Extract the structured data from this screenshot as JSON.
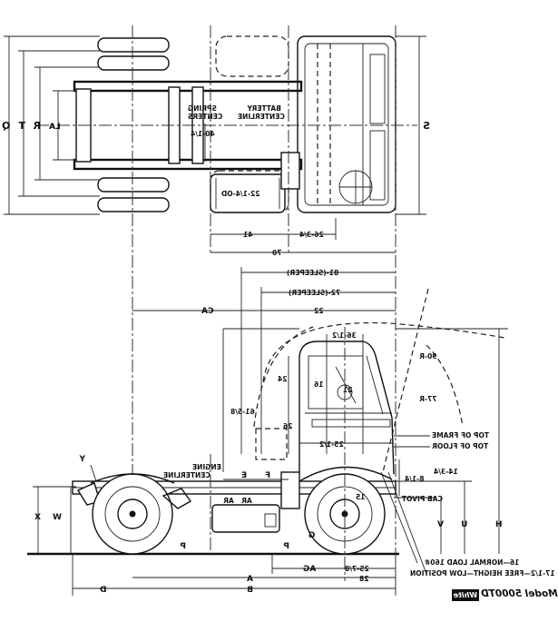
{
  "drawing": {
    "top_view_labels": {
      "spring_centers": [
        "SPRING",
        "CENTERS"
      ],
      "battery_centerline": [
        "BATTERY",
        "CENTERLINE"
      ],
      "dim_40": "40-1/4",
      "tank": "22-1/4-OD",
      "dim_41": "41",
      "dim_26": "26-3/4",
      "dim_70": "70",
      "q": "Q",
      "t": "T",
      "r": "R",
      "la": "LA",
      "s": "S"
    },
    "side_view_labels": {
      "sleeper_81": "81-(SLEEPER)",
      "sleeper_72": "72-(SLEEPER)",
      "ca": "CA",
      "dim_22": "22",
      "dim_36": "36-1/2",
      "dim_90r": "90-R",
      "dim_16": "16",
      "dim_21": "21",
      "dim_77r": "77-R",
      "dim_24": "24",
      "dim_61": "61-5/8",
      "dim_26": "26",
      "dim_25": "25-1/2",
      "top_of_frame": "TOP OF FRAME",
      "top_of_floor": "TOP OF FLOOR",
      "dim_8": "8-1/4",
      "dim_14": "14-3/4",
      "cab_pivot": "CAB PIVOT",
      "y": "Y",
      "engine_centerline": [
        "ENGINE",
        "CENTERLINE"
      ],
      "e": "E",
      "f": "F",
      "ar": "AR",
      "ar2": "AR",
      "h": "H",
      "u": "U",
      "v": "V",
      "w": "W",
      "x": "X",
      "dim_15": "15",
      "g": "G",
      "p": "P",
      "p2": "P",
      "ag": "AG",
      "dim_25b": "25-7/8",
      "dim_28": "28",
      "a": "A",
      "b": "B",
      "d": "D",
      "normal_load": "16—NORMAL LOAD 160#",
      "free_height": "17-1/2—FREE HEIGHT—LOW POSITION"
    },
    "title": {
      "brand": "White",
      "model": "Model 5000TD"
    }
  }
}
